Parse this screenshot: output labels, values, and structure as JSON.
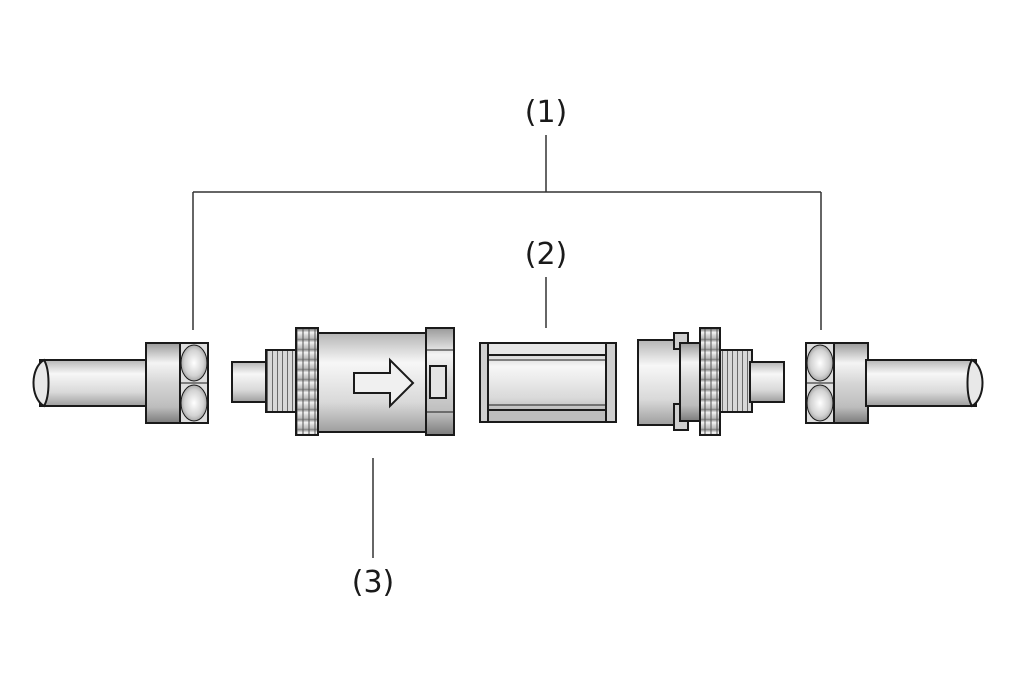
{
  "callouts": {
    "one": "(1)",
    "two": "(2)",
    "three": "(3)"
  },
  "colors": {
    "outline": "#1a1a1a",
    "metal_dark": "#8c8c8c",
    "metal_mid": "#cfcfcf",
    "metal_light": "#f2f2f2",
    "leader": "#333333"
  }
}
